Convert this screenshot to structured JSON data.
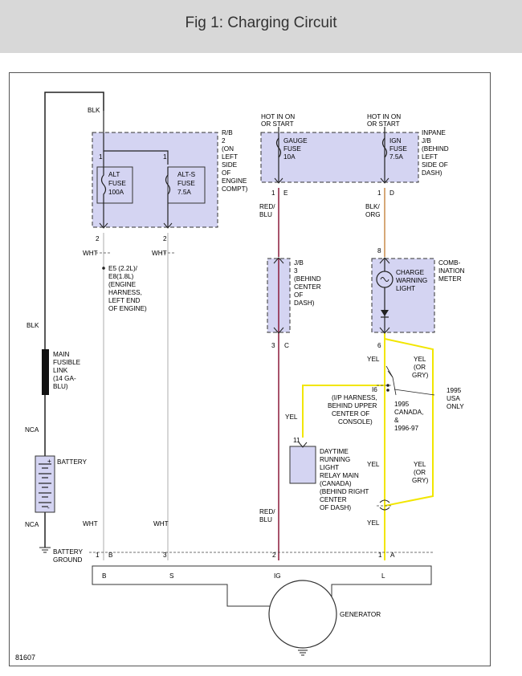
{
  "header": {
    "title": "Fig 1: Charging Circuit"
  },
  "diagram": {
    "figure_number": "81607",
    "fusebox_left": {
      "label": [
        "R/B",
        "2",
        "(ON",
        "LEFT",
        "SIDE",
        "OF",
        "ENGINE",
        "COMPT)"
      ]
    },
    "fuse_alt": [
      "ALT",
      "FUSE",
      "100A"
    ],
    "fuse_alts": [
      "ALT-S",
      "FUSE",
      "7.5A"
    ],
    "fusebox_right": {
      "label": [
        "INPANE",
        "J/B",
        "(BEHIND",
        "LEFT",
        "SIDE OF",
        "DASH)"
      ]
    },
    "fuse_gauge": [
      "GAUGE",
      "FUSE",
      "10A"
    ],
    "fuse_ign": [
      "IGN",
      "FUSE",
      "7.5A"
    ],
    "hot_gauge": [
      "HOT IN ON",
      "OR START"
    ],
    "hot_ign": [
      "HOT IN ON",
      "OR START"
    ],
    "jb3": {
      "label": [
        "J/B",
        "3",
        "(BEHIND",
        "CENTER",
        "OF",
        "DASH)"
      ]
    },
    "combination_meter": {
      "label": [
        "COMB-",
        "INATION",
        "METER"
      ]
    },
    "charge_light": [
      "CHARGE",
      "WARNING",
      "LIGHT"
    ],
    "drl_relay": [
      "DAYTIME",
      "RUNNING",
      "LIGHT",
      "RELAY MAIN",
      "(CANADA)",
      "(BEHIND RIGHT",
      "CENTER",
      "OF DASH)"
    ],
    "connector_e5": [
      "E5 (2.2L)/",
      "E8(1.8L)",
      "(ENGINE",
      "HARNESS,",
      "LEFT END",
      "OF ENGINE)"
    ],
    "connector_i6": [
      "I6",
      "(I/P HARNESS,",
      "BEHIND UPPER",
      "CENTER OF",
      "CONSOLE)"
    ],
    "variant_canada": [
      "1995",
      "CANADA,",
      "&",
      "1996-97"
    ],
    "variant_usa": [
      "1995",
      "USA",
      "ONLY"
    ],
    "fusible_link": [
      "MAIN",
      "FUSIBLE",
      "LINK",
      "(14 GA-",
      "BLU)"
    ],
    "battery": "BATTERY",
    "battery_ground": [
      "BATTERY",
      "GROUND"
    ],
    "generator": "GENERATOR",
    "wire_colors": {
      "blk": "BLK",
      "wht": "WHT",
      "nca": "NCA",
      "red_blu": [
        "RED/",
        "BLU"
      ],
      "blk_org": [
        "BLK/",
        "ORG"
      ],
      "yel": "YEL",
      "yel_or_gry": [
        "YEL",
        "(OR",
        "GRY)"
      ]
    },
    "pins": {
      "one": "1",
      "two": "2",
      "three": "3",
      "six": "6",
      "eight": "8",
      "eleven": "11",
      "B": "B",
      "S": "S",
      "IG": "IG",
      "L": "L",
      "E": "E",
      "D": "D",
      "C": "C",
      "A": "A"
    },
    "colors": {
      "box_fill": "#d4d4f2",
      "yellow": "#f2e600",
      "wire_red": "#8b1a3a",
      "wire_orange": "#c88a4a",
      "wire_white": "#c8c8c8",
      "wire_black": "#222222"
    }
  }
}
